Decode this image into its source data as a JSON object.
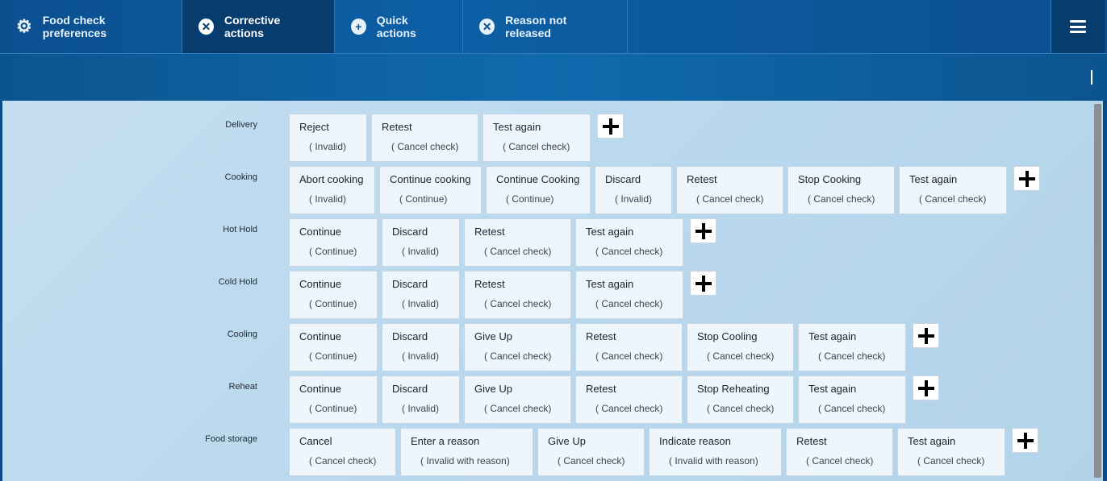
{
  "tabs": [
    {
      "label": "Food check preferences",
      "icon": "gear-icon",
      "active": false
    },
    {
      "label": "Corrective actions",
      "icon": "close-circle-icon",
      "active": true
    },
    {
      "label": "Quick actions",
      "icon": "plus-circle-icon",
      "active": false
    },
    {
      "label": "Reason not released",
      "icon": "close-circle-icon",
      "active": false
    }
  ],
  "menu": {
    "icon": "hamburger-menu-icon"
  },
  "sections": [
    {
      "label": "Delivery",
      "actions": [
        {
          "title": "Reject",
          "sub": "( Invalid)"
        },
        {
          "title": "Retest",
          "sub": "( Cancel check)"
        },
        {
          "title": "Test again",
          "sub": "( Cancel check)"
        }
      ]
    },
    {
      "label": "Cooking",
      "actions": [
        {
          "title": "Abort cooking",
          "sub": "( Invalid)"
        },
        {
          "title": "Continue cooking",
          "sub": "( Continue)"
        },
        {
          "title": "Continue Cooking",
          "sub": "( Continue)"
        },
        {
          "title": "Discard",
          "sub": "( Invalid)"
        },
        {
          "title": "Retest",
          "sub": "( Cancel check)"
        },
        {
          "title": "Stop Cooking",
          "sub": "( Cancel check)"
        },
        {
          "title": "Test again",
          "sub": "( Cancel check)"
        }
      ]
    },
    {
      "label": "Hot Hold",
      "actions": [
        {
          "title": "Continue",
          "sub": "( Continue)"
        },
        {
          "title": "Discard",
          "sub": "( Invalid)"
        },
        {
          "title": "Retest",
          "sub": "( Cancel check)"
        },
        {
          "title": "Test again",
          "sub": "( Cancel check)"
        }
      ]
    },
    {
      "label": "Cold Hold",
      "actions": [
        {
          "title": "Continue",
          "sub": "( Continue)"
        },
        {
          "title": "Discard",
          "sub": "( Invalid)"
        },
        {
          "title": "Retest",
          "sub": "( Cancel check)"
        },
        {
          "title": "Test again",
          "sub": "( Cancel check)"
        }
      ]
    },
    {
      "label": "Cooling",
      "actions": [
        {
          "title": "Continue",
          "sub": "( Continue)"
        },
        {
          "title": "Discard",
          "sub": "( Invalid)"
        },
        {
          "title": "Give Up",
          "sub": "( Cancel check)"
        },
        {
          "title": "Retest",
          "sub": "( Cancel check)"
        },
        {
          "title": "Stop Cooling",
          "sub": "( Cancel check)"
        },
        {
          "title": "Test again",
          "sub": "( Cancel check)"
        }
      ]
    },
    {
      "label": "Reheat",
      "actions": [
        {
          "title": "Continue",
          "sub": "( Continue)"
        },
        {
          "title": "Discard",
          "sub": "( Invalid)"
        },
        {
          "title": "Give Up",
          "sub": "( Cancel check)"
        },
        {
          "title": "Retest",
          "sub": "( Cancel check)"
        },
        {
          "title": "Stop Reheating",
          "sub": "( Cancel check)"
        },
        {
          "title": "Test again",
          "sub": "( Cancel check)"
        }
      ]
    },
    {
      "label": "Food storage",
      "actions": [
        {
          "title": "Cancel",
          "sub": "( Cancel check)"
        },
        {
          "title": "Enter a reason",
          "sub": "( Invalid with reason)"
        },
        {
          "title": "Give Up",
          "sub": "( Cancel check)"
        },
        {
          "title": "Indicate reason",
          "sub": "( Invalid with reason)"
        },
        {
          "title": "Retest",
          "sub": "( Cancel check)"
        },
        {
          "title": "Test again",
          "sub": "( Cancel check)"
        }
      ]
    }
  ],
  "add_icon": "plus-icon"
}
